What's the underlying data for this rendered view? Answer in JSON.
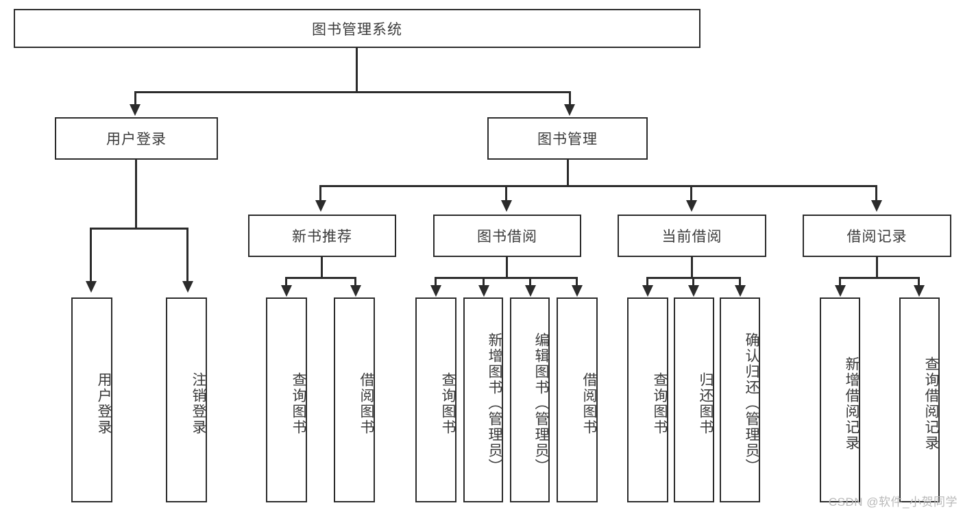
{
  "diagram": {
    "type": "tree-hierarchy",
    "title": "图书管理系统",
    "root": {
      "label": "图书管理系统"
    },
    "level1": [
      {
        "id": "user-login",
        "label": "用户登录"
      },
      {
        "id": "book-management",
        "label": "图书管理"
      }
    ],
    "level2": [
      {
        "id": "new-book-recommend",
        "label": "新书推荐",
        "parent": "book-management"
      },
      {
        "id": "book-borrow",
        "label": "图书借阅",
        "parent": "book-management"
      },
      {
        "id": "current-borrow",
        "label": "当前借阅",
        "parent": "book-management"
      },
      {
        "id": "borrow-record",
        "label": "借阅记录",
        "parent": "book-management"
      }
    ],
    "leaves": [
      {
        "id": "leaf-user-login",
        "label": "用户登录",
        "parent": "user-login"
      },
      {
        "id": "leaf-logout-login",
        "label": "注销登录",
        "parent": "user-login"
      },
      {
        "id": "leaf-query-book-1",
        "label": "查询图书",
        "parent": "new-book-recommend"
      },
      {
        "id": "leaf-borrow-book-1",
        "label": "借阅图书",
        "parent": "new-book-recommend"
      },
      {
        "id": "leaf-query-book-2",
        "label": "查询图书",
        "parent": "book-borrow"
      },
      {
        "id": "leaf-add-book",
        "label": "新增图书（管理员）",
        "parent": "book-borrow"
      },
      {
        "id": "leaf-edit-book",
        "label": "编辑图书（管理员）",
        "parent": "book-borrow"
      },
      {
        "id": "leaf-borrow-book-2",
        "label": "借阅图书",
        "parent": "book-borrow"
      },
      {
        "id": "leaf-query-book-3",
        "label": "查询图书",
        "parent": "current-borrow"
      },
      {
        "id": "leaf-return-book",
        "label": "归还图书",
        "parent": "current-borrow"
      },
      {
        "id": "leaf-confirm-return",
        "label": "确认归还（管理员）",
        "parent": "current-borrow"
      },
      {
        "id": "leaf-add-record",
        "label": "新增借阅记录",
        "parent": "borrow-record"
      },
      {
        "id": "leaf-query-record",
        "label": "查询借阅记录",
        "parent": "borrow-record"
      }
    ],
    "watermark": "CSDN @软件_小贺同学",
    "colors": {
      "stroke": "#2b2b2b",
      "text": "#3a3a3a",
      "background": "#ffffff",
      "watermark": "#b9b9b9"
    }
  }
}
